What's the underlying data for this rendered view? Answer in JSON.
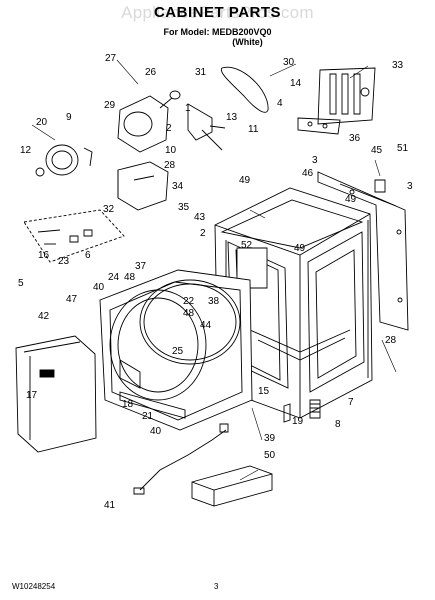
{
  "watermark": "AppliancePartsPros.com",
  "title": "CABINET PARTS",
  "subtitle_line1": "For Model: MEDB200VQ0",
  "subtitle_line2": "(White)",
  "footer_left": "W10248254",
  "footer_page": "3",
  "callouts": {
    "c1": "1",
    "c2": "2",
    "c2b": "2",
    "c3": "3",
    "c3b": "3",
    "c5": "5",
    "c6": "6",
    "c7": "7",
    "c8": "8",
    "c9": "9",
    "c10": "10",
    "c11": "11",
    "c12": "12",
    "c13": "13",
    "c14": "14",
    "c15": "15",
    "c16": "16",
    "c17": "17",
    "c18": "18",
    "c19": "19",
    "c20": "20",
    "c21": "21",
    "c22": "22",
    "c23": "23",
    "c24": "24",
    "c25": "25",
    "c26": "26",
    "c27": "27",
    "c28": "28",
    "c29": "29",
    "c30": "30",
    "c31": "31",
    "c32": "32",
    "c33": "33",
    "c34": "34",
    "c35": "35",
    "c36": "36",
    "c37": "37",
    "c38": "38",
    "c39": "39",
    "c40": "40",
    "c40b": "40",
    "c41": "41",
    "c42": "42",
    "c43": "43",
    "c44": "44",
    "c45": "45",
    "c46": "46",
    "c47": "47",
    "c48": "48",
    "c48b": "48",
    "c49": "49",
    "c49b": "49",
    "c49c": "49",
    "c50": "50",
    "c51": "51",
    "c52": "52",
    "c4": "4"
  }
}
